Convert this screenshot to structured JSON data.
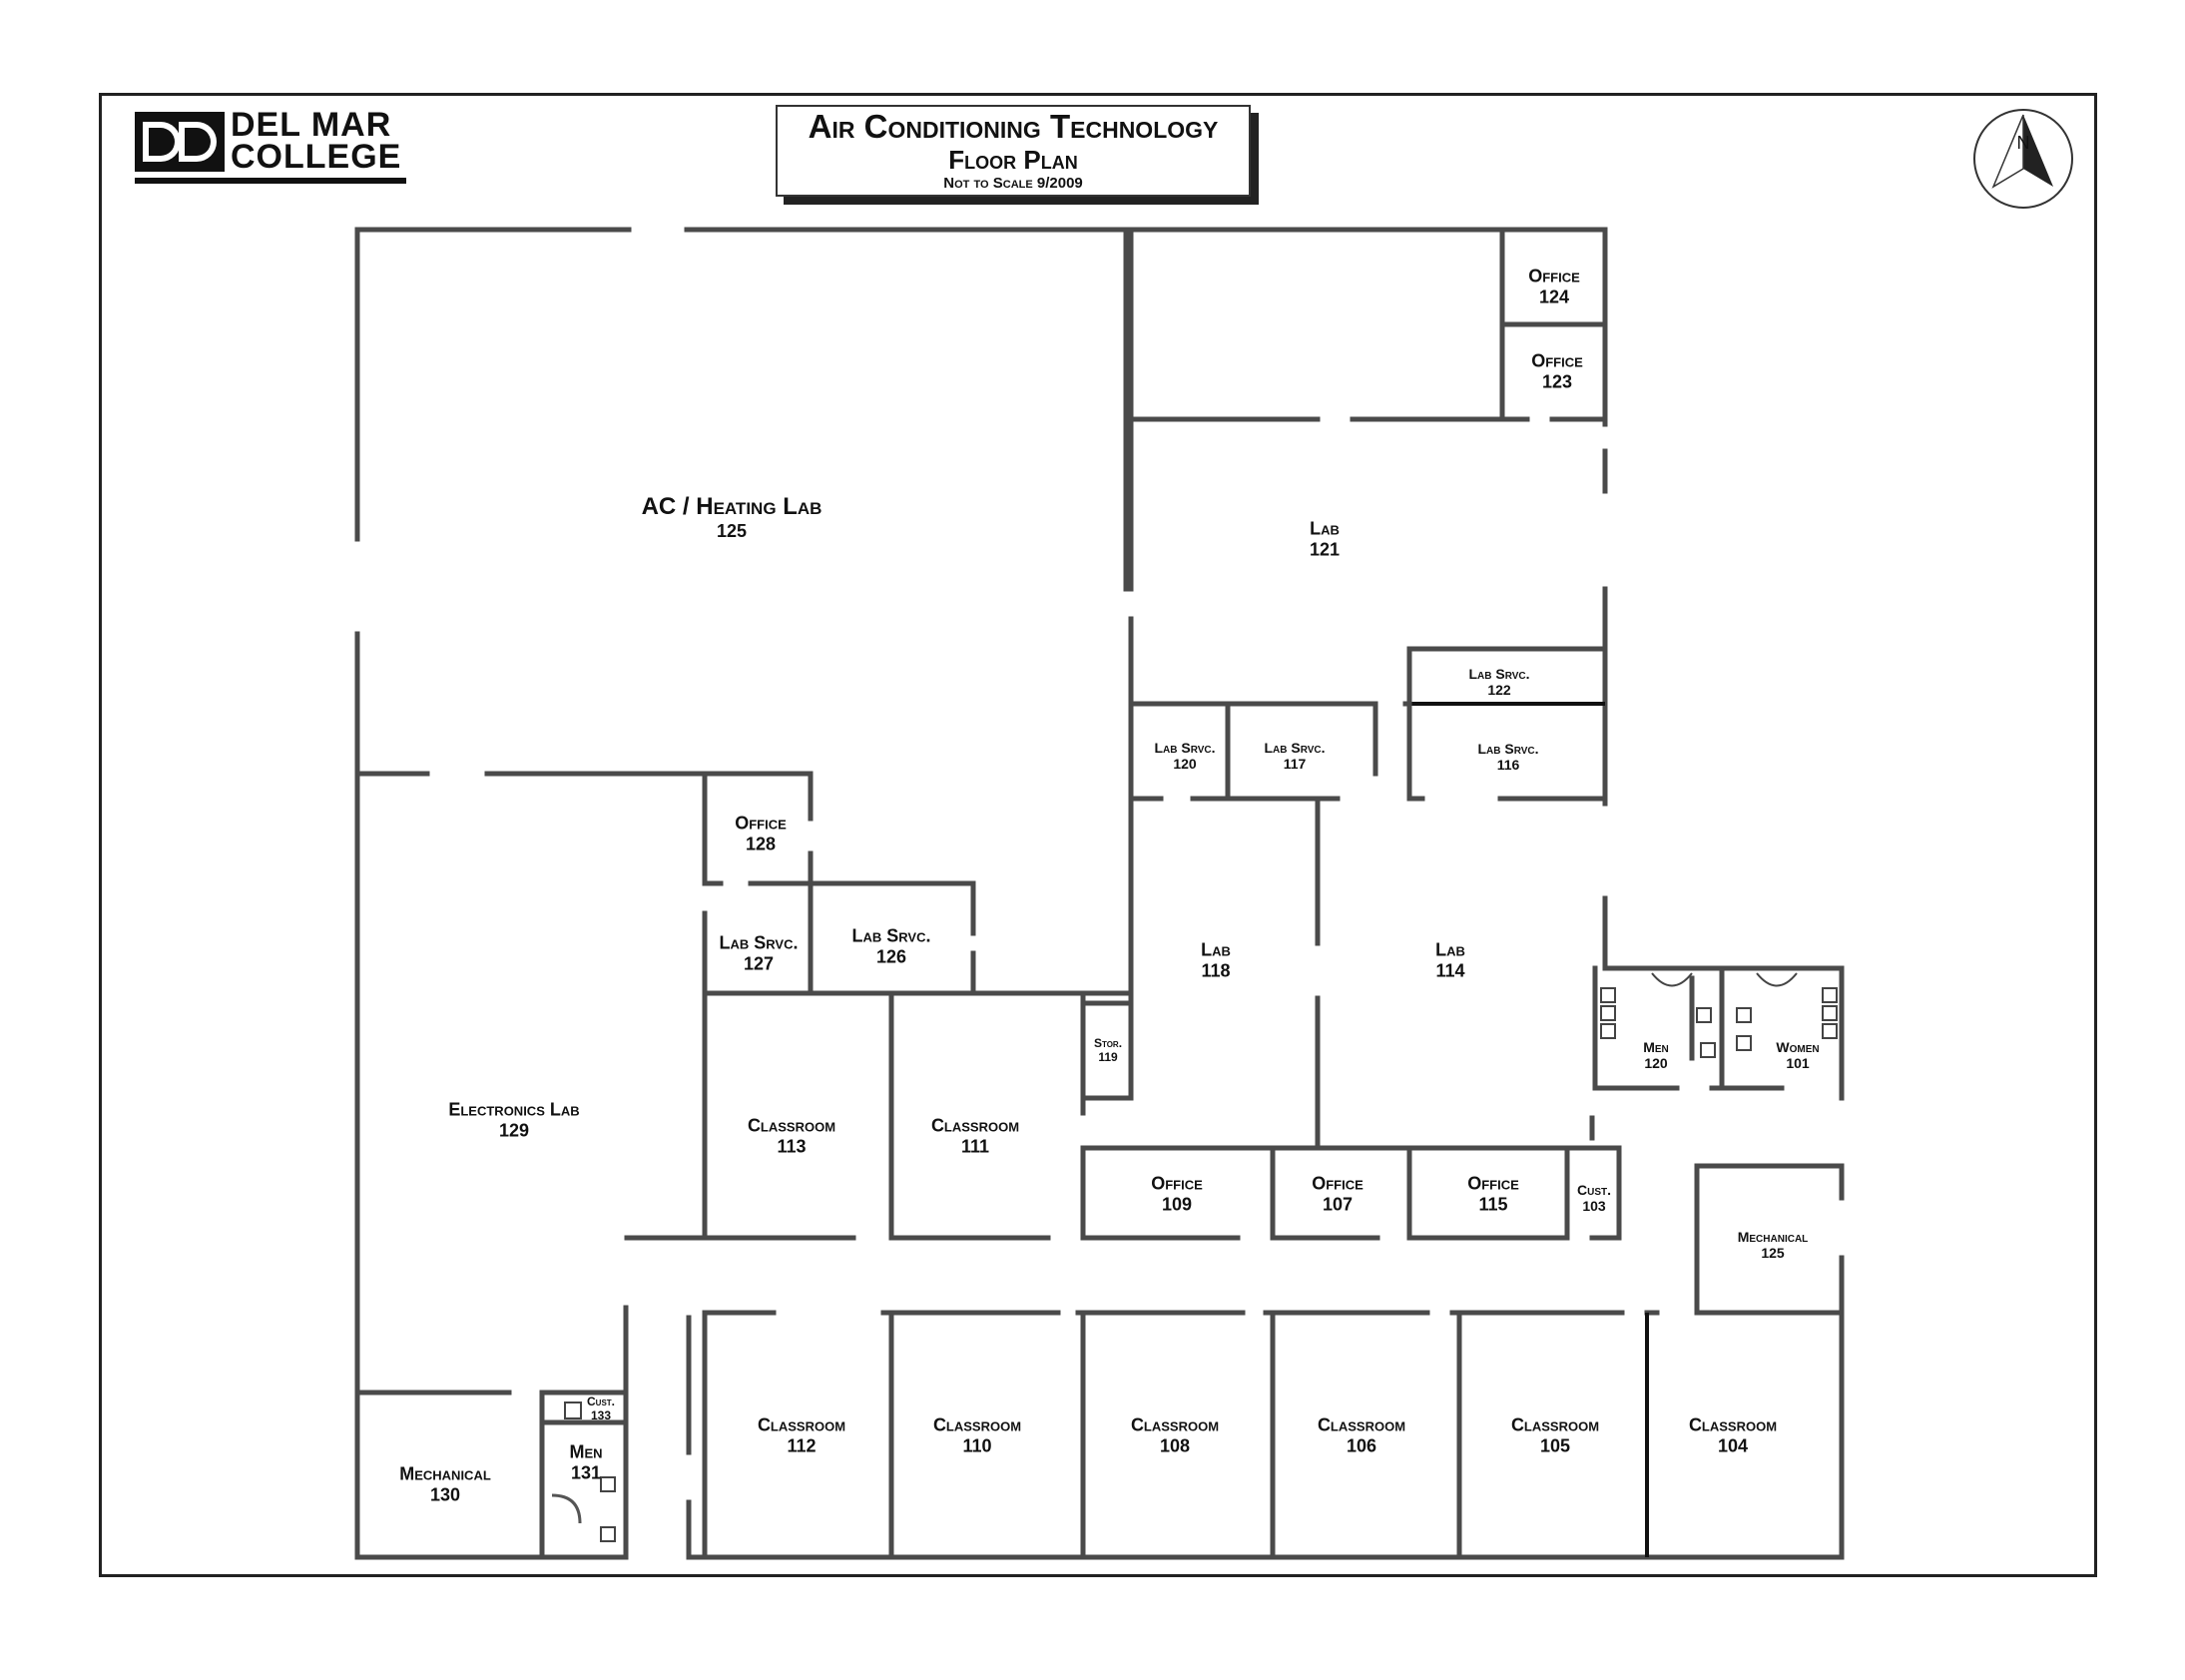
{
  "header": {
    "logo": {
      "line1": "DEL MAR",
      "line2": "COLLEGE"
    },
    "title": "Air Conditioning Technology",
    "subtitle": "Floor Plan",
    "note": "Not to Scale 9/2009",
    "north_arrow": {
      "letter": "N",
      "icon": "north-arrow-icon"
    }
  },
  "rooms": {
    "ac_heating_lab": {
      "name": "AC / Heating Lab",
      "number": "125"
    },
    "lab_121": {
      "name": "Lab",
      "number": "121"
    },
    "office_124": {
      "name": "Office",
      "number": "124"
    },
    "office_123": {
      "name": "Office",
      "number": "123"
    },
    "lab_srvc_122": {
      "name": "Lab Srvc.",
      "number": "122"
    },
    "lab_srvc_120": {
      "name": "Lab Srvc.",
      "number": "120"
    },
    "lab_srvc_117": {
      "name": "Lab Srvc.",
      "number": "117"
    },
    "lab_srvc_116": {
      "name": "Lab Srvc.",
      "number": "116"
    },
    "office_128": {
      "name": "Office",
      "number": "128"
    },
    "lab_srvc_127": {
      "name": "Lab Srvc.",
      "number": "127"
    },
    "lab_srvc_126": {
      "name": "Lab Srvc.",
      "number": "126"
    },
    "lab_118": {
      "name": "Lab",
      "number": "118"
    },
    "lab_114": {
      "name": "Lab",
      "number": "114"
    },
    "electronics_lab": {
      "name": "Electronics Lab",
      "number": "129"
    },
    "classroom_113": {
      "name": "Classroom",
      "number": "113"
    },
    "classroom_111": {
      "name": "Classroom",
      "number": "111"
    },
    "stor_119": {
      "name": "Stor.",
      "number": "119"
    },
    "men_120": {
      "name": "Men",
      "number": "120"
    },
    "women_101": {
      "name": "Women",
      "number": "101"
    },
    "office_109": {
      "name": "Office",
      "number": "109"
    },
    "office_107": {
      "name": "Office",
      "number": "107"
    },
    "office_115": {
      "name": "Office",
      "number": "115"
    },
    "cust_103": {
      "name": "Cust.",
      "number": "103"
    },
    "mechanical_125": {
      "name": "Mechanical",
      "number": "125"
    },
    "cust_133": {
      "name": "Cust.",
      "number": "133"
    },
    "men_131": {
      "name": "Men",
      "number": "131"
    },
    "mechanical_130": {
      "name": "Mechanical",
      "number": "130"
    },
    "classroom_112": {
      "name": "Classroom",
      "number": "112"
    },
    "classroom_110": {
      "name": "Classroom",
      "number": "110"
    },
    "classroom_108": {
      "name": "Classroom",
      "number": "108"
    },
    "classroom_106": {
      "name": "Classroom",
      "number": "106"
    },
    "classroom_105": {
      "name": "Classroom",
      "number": "105"
    },
    "classroom_104": {
      "name": "Classroom",
      "number": "104"
    }
  }
}
